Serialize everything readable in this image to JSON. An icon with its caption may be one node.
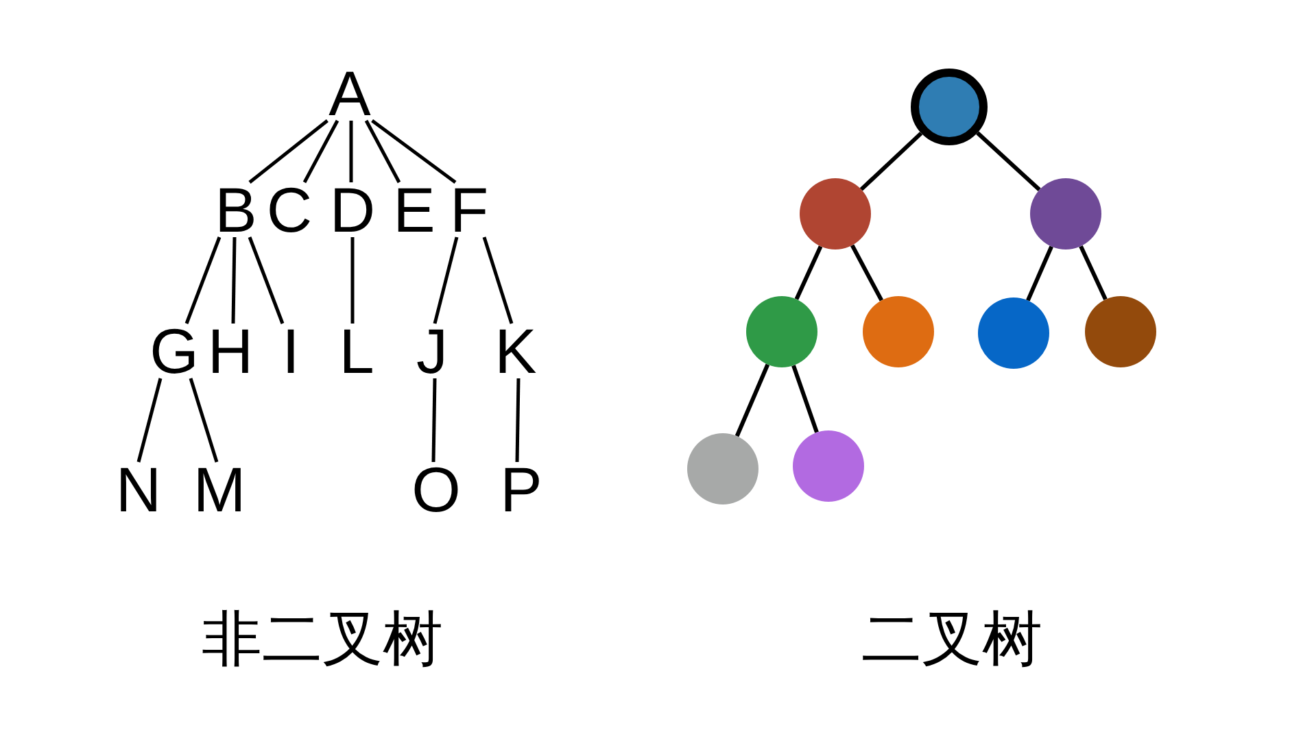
{
  "diagram": {
    "nodes": [
      {
        "text": [
          "A"
        ]
      },
      {
        "text": [
          "B"
        ]
      },
      {
        "text": [
          "C"
        ]
      },
      {
        "text": [
          "D"
        ]
      },
      {
        "text": [
          "E"
        ]
      },
      {
        "text": [
          "F"
        ]
      },
      {
        "text": [
          "G"
        ]
      },
      {
        "text": [
          "H"
        ]
      },
      {
        "text": [
          "I"
        ]
      },
      {
        "text": [
          "L"
        ]
      },
      {
        "text": [
          "J"
        ]
      },
      {
        "text": [
          "K"
        ]
      },
      {
        "text": [
          "N"
        ]
      },
      {
        "text": [
          "M"
        ]
      },
      {
        "text": [
          "O"
        ]
      },
      {
        "text": [
          "P"
        ]
      },
      {
        "text": [],
        "shape": "circle"
      },
      {
        "text": [],
        "shape": "circle"
      },
      {
        "text": [],
        "shape": "circle"
      },
      {
        "text": [],
        "shape": "circle"
      },
      {
        "text": [],
        "shape": "circle"
      },
      {
        "text": [],
        "shape": "circle"
      },
      {
        "text": [],
        "shape": "circle"
      },
      {
        "text": [],
        "shape": "circle"
      },
      {
        "text": [],
        "shape": "circle"
      }
    ],
    "edges": [
      {
        "from": 0,
        "to": 1,
        "arrow": "none"
      },
      {
        "from": 0,
        "to": 2,
        "arrow": "none"
      },
      {
        "from": 0,
        "to": 3,
        "arrow": "none"
      },
      {
        "from": 0,
        "to": 4,
        "arrow": "none"
      },
      {
        "from": 0,
        "to": 5,
        "arrow": "none"
      },
      {
        "from": 1,
        "to": 6,
        "arrow": "none"
      },
      {
        "from": 1,
        "to": 7,
        "arrow": "none"
      },
      {
        "from": 1,
        "to": 8,
        "arrow": "none"
      },
      {
        "from": 3,
        "to": 9,
        "arrow": "none"
      },
      {
        "from": 5,
        "to": 10,
        "arrow": "none"
      },
      {
        "from": 5,
        "to": 11,
        "arrow": "none"
      },
      {
        "from": 6,
        "to": 12,
        "arrow": "none"
      },
      {
        "from": 6,
        "to": 13,
        "arrow": "none"
      },
      {
        "from": 10,
        "to": 14,
        "arrow": "none"
      },
      {
        "from": 11,
        "to": 15,
        "arrow": "none"
      },
      {
        "from": 16,
        "to": 17,
        "arrow": "none"
      },
      {
        "from": 16,
        "to": 18,
        "arrow": "none"
      },
      {
        "from": 17,
        "to": 19,
        "arrow": "none"
      },
      {
        "from": 17,
        "to": 20,
        "arrow": "none"
      },
      {
        "from": 18,
        "to": 21,
        "arrow": "none"
      },
      {
        "from": 18,
        "to": 22,
        "arrow": "none"
      },
      {
        "from": 19,
        "to": 23,
        "arrow": "none"
      },
      {
        "from": 19,
        "to": 24,
        "arrow": "none"
      }
    ],
    "labels": [
      "非二叉树",
      "二叉树"
    ]
  }
}
